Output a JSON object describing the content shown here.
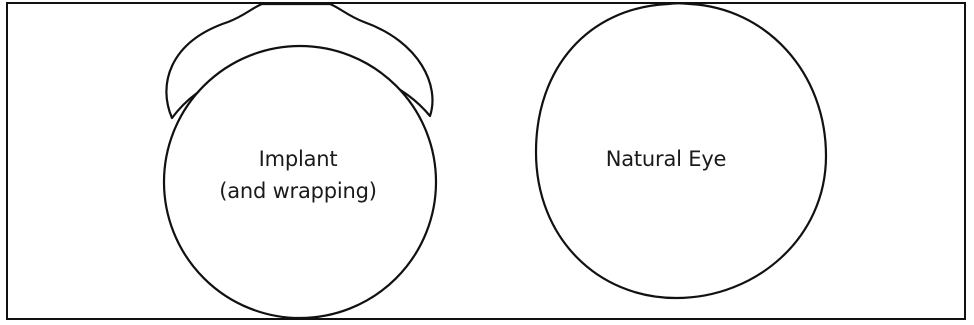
{
  "diagram": {
    "left_eye": {
      "label_line1": "Implant",
      "label_line2": "(and wrapping)"
    },
    "right_eye": {
      "label": "Natural Eye"
    }
  }
}
